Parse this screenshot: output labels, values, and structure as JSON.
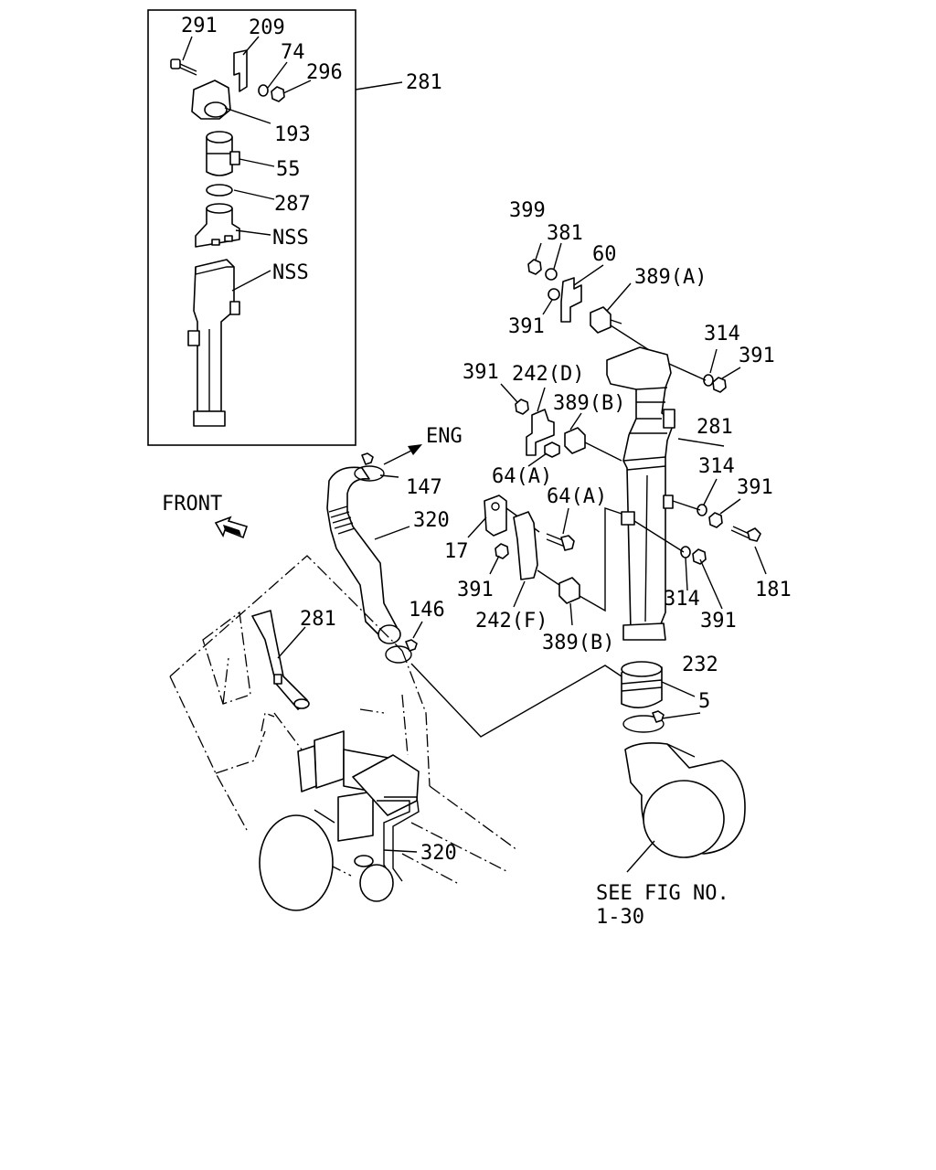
{
  "labels": {
    "l291": "291",
    "l209": "209",
    "l74": "74",
    "l296": "296",
    "l281_inset": "281",
    "l193": "193",
    "l55": "55",
    "l287": "287",
    "lnss1": "NSS",
    "lnss2": "NSS",
    "l399": "399",
    "l381": "381",
    "l60": "60",
    "l389a": "389(A)",
    "l391a": "391",
    "l314a": "314",
    "l391b": "391",
    "l391c": "391",
    "l242d": "242(D)",
    "l389b1": "389(B)",
    "l281_main": "281",
    "l64a1": "64(A)",
    "l64a2": "64(A)",
    "l314b": "314",
    "l391d": "391",
    "l17": "17",
    "l391e": "391",
    "l242f": "242(F)",
    "l389b2": "389(B)",
    "l314c": "314",
    "l391f": "391",
    "l181": "181",
    "l232": "232",
    "l5": "5",
    "l147": "147",
    "l320a": "320",
    "l146": "146",
    "l281_small": "281",
    "l320b": "320",
    "eng": "ENG",
    "front": "FRONT",
    "see_fig_line1": "SEE FIG NO.",
    "see_fig_line2": "1-30"
  }
}
